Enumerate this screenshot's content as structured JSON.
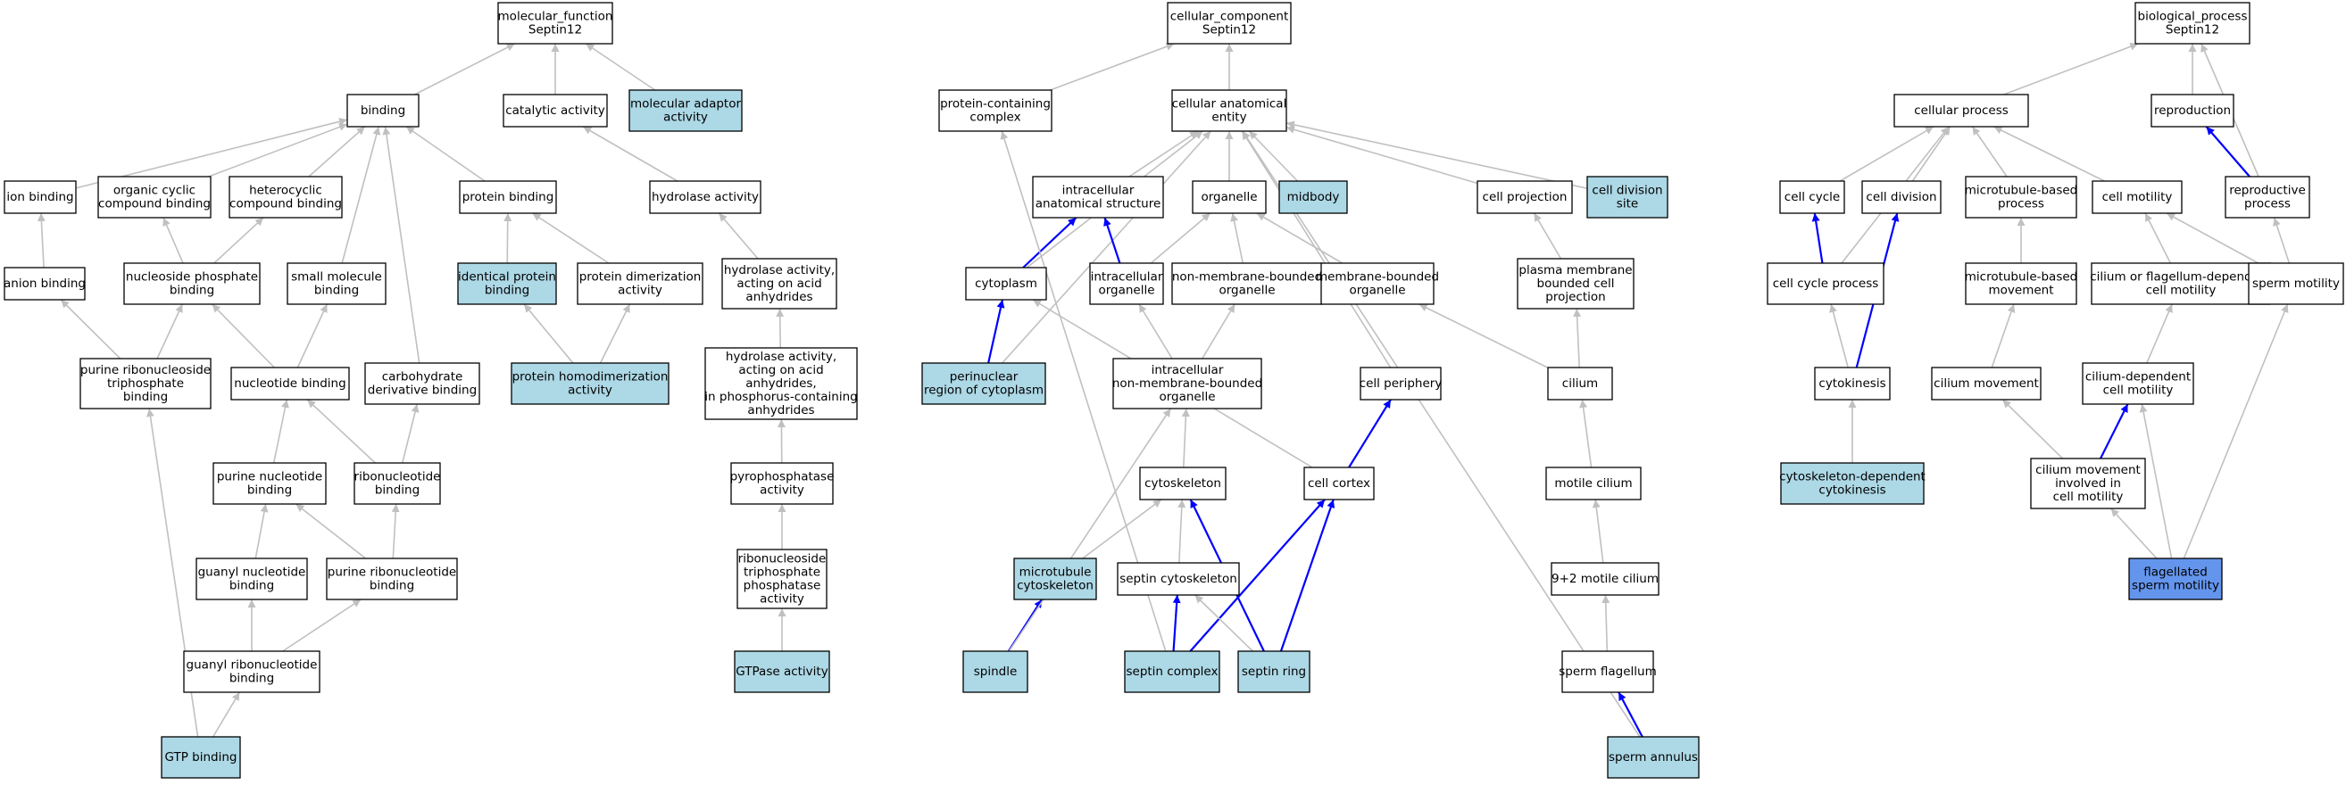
{
  "colors": {
    "default": "#ffffff",
    "annotated": "#add8e6",
    "primary": "#6495ed",
    "edge_is_a": "#c0c0c0",
    "edge_part_of": "#0000ff"
  },
  "nodes": {
    "mf": {
      "label": [
        "molecular_function",
        "Septin12"
      ],
      "kind": "default"
    },
    "binding": {
      "label": [
        "binding"
      ],
      "kind": "default"
    },
    "catalytic": {
      "label": [
        "catalytic activity"
      ],
      "kind": "default"
    },
    "molad": {
      "label": [
        "molecular adaptor",
        "activity"
      ],
      "kind": "annotated"
    },
    "ionb": {
      "label": [
        "ion binding"
      ],
      "kind": "default"
    },
    "organcyc": {
      "label": [
        "organic cyclic",
        "compound binding"
      ],
      "kind": "default"
    },
    "hetcyc": {
      "label": [
        "heterocyclic",
        "compound binding"
      ],
      "kind": "default"
    },
    "protb": {
      "label": [
        "protein binding"
      ],
      "kind": "default"
    },
    "hydro": {
      "label": [
        "hydrolase activity"
      ],
      "kind": "default"
    },
    "anion": {
      "label": [
        "anion binding"
      ],
      "kind": "default"
    },
    "nucphos": {
      "label": [
        "nucleoside phosphate",
        "binding"
      ],
      "kind": "default"
    },
    "smallmol": {
      "label": [
        "small molecule",
        "binding"
      ],
      "kind": "default"
    },
    "identprot": {
      "label": [
        "identical protein",
        "binding"
      ],
      "kind": "annotated"
    },
    "protdim": {
      "label": [
        "protein dimerization",
        "activity"
      ],
      "kind": "default"
    },
    "hydroacid": {
      "label": [
        "hydrolase activity,",
        "acting on acid",
        "anhydrides"
      ],
      "kind": "default"
    },
    "purribotri": {
      "label": [
        "purine ribonucleoside",
        "triphosphate",
        "binding"
      ],
      "kind": "default"
    },
    "nucb": {
      "label": [
        "nucleotide binding"
      ],
      "kind": "default"
    },
    "carbo": {
      "label": [
        "carbohydrate",
        "derivative binding"
      ],
      "kind": "default"
    },
    "protHomo": {
      "label": [
        "protein homodimerization",
        "activity"
      ],
      "kind": "annotated"
    },
    "hydrophos": {
      "label": [
        "hydrolase activity,",
        "acting on acid",
        "anhydrides,",
        "in phosphorus-containing",
        "anhydrides"
      ],
      "kind": "default"
    },
    "purnuc": {
      "label": [
        "purine nucleotide",
        "binding"
      ],
      "kind": "default"
    },
    "ribonuc": {
      "label": [
        "ribonucleotide",
        "binding"
      ],
      "kind": "default"
    },
    "pyro": {
      "label": [
        "pyrophosphatase",
        "activity"
      ],
      "kind": "default"
    },
    "guanyl": {
      "label": [
        "guanyl nucleotide",
        "binding"
      ],
      "kind": "default"
    },
    "purribonuc": {
      "label": [
        "purine ribonucleotide",
        "binding"
      ],
      "kind": "default"
    },
    "ribotriphos": {
      "label": [
        "ribonucleoside",
        "triphosphate",
        "phosphatase",
        "activity"
      ],
      "kind": "default"
    },
    "guanylribo": {
      "label": [
        "guanyl ribonucleotide",
        "binding"
      ],
      "kind": "default"
    },
    "gtpase": {
      "label": [
        "GTPase activity"
      ],
      "kind": "annotated"
    },
    "gtpb": {
      "label": [
        "GTP binding"
      ],
      "kind": "annotated"
    },
    "cc": {
      "label": [
        "cellular_component",
        "Septin12"
      ],
      "kind": "default"
    },
    "protcomplex": {
      "label": [
        "protein-containing",
        "complex"
      ],
      "kind": "default"
    },
    "cae": {
      "label": [
        "cellular anatomical",
        "entity"
      ],
      "kind": "default"
    },
    "intraanat": {
      "label": [
        "intracellular",
        "anatomical structure"
      ],
      "kind": "default"
    },
    "organelle": {
      "label": [
        "organelle"
      ],
      "kind": "default"
    },
    "midbody": {
      "label": [
        "midbody"
      ],
      "kind": "annotated"
    },
    "cellproj": {
      "label": [
        "cell projection"
      ],
      "kind": "default"
    },
    "celldivsite": {
      "label": [
        "cell division",
        "site"
      ],
      "kind": "annotated"
    },
    "cytoplasm": {
      "label": [
        "cytoplasm"
      ],
      "kind": "default"
    },
    "intraorg": {
      "label": [
        "intracellular",
        "organelle"
      ],
      "kind": "default"
    },
    "nonmemorg": {
      "label": [
        "non-membrane-bounded",
        "organelle"
      ],
      "kind": "default"
    },
    "memorg": {
      "label": [
        "membrane-bounded",
        "organelle"
      ],
      "kind": "default"
    },
    "pmproj": {
      "label": [
        "plasma membrane",
        "bounded cell",
        "projection"
      ],
      "kind": "default"
    },
    "perinuc": {
      "label": [
        "perinuclear",
        "region of cytoplasm"
      ],
      "kind": "annotated"
    },
    "intranonmem": {
      "label": [
        "intracellular",
        "non-membrane-bounded",
        "organelle"
      ],
      "kind": "default"
    },
    "cellperiph": {
      "label": [
        "cell periphery"
      ],
      "kind": "default"
    },
    "cilium": {
      "label": [
        "cilium"
      ],
      "kind": "default"
    },
    "cytoskeleton": {
      "label": [
        "cytoskeleton"
      ],
      "kind": "default"
    },
    "cellcortex": {
      "label": [
        "cell cortex"
      ],
      "kind": "default"
    },
    "motilecilium": {
      "label": [
        "motile cilium"
      ],
      "kind": "default"
    },
    "mtcyto": {
      "label": [
        "microtubule",
        "cytoskeleton"
      ],
      "kind": "annotated"
    },
    "septcyto": {
      "label": [
        "septin cytoskeleton"
      ],
      "kind": "default"
    },
    "ninetwo": {
      "label": [
        "9+2 motile cilium"
      ],
      "kind": "default"
    },
    "spindle": {
      "label": [
        "spindle"
      ],
      "kind": "annotated"
    },
    "septcomplex": {
      "label": [
        "septin complex"
      ],
      "kind": "annotated"
    },
    "septring": {
      "label": [
        "septin ring"
      ],
      "kind": "annotated"
    },
    "spermflag": {
      "label": [
        "sperm flagellum"
      ],
      "kind": "default"
    },
    "spermann": {
      "label": [
        "sperm annulus"
      ],
      "kind": "annotated"
    },
    "bp": {
      "label": [
        "biological_process",
        "Septin12"
      ],
      "kind": "default"
    },
    "cellproc": {
      "label": [
        "cellular process"
      ],
      "kind": "default"
    },
    "repro": {
      "label": [
        "reproduction"
      ],
      "kind": "default"
    },
    "cellcycle": {
      "label": [
        "cell cycle"
      ],
      "kind": "default"
    },
    "celldiv": {
      "label": [
        "cell division"
      ],
      "kind": "default"
    },
    "mtproc": {
      "label": [
        "microtubule-based",
        "process"
      ],
      "kind": "default"
    },
    "cellmot": {
      "label": [
        "cell motility"
      ],
      "kind": "default"
    },
    "reproproc": {
      "label": [
        "reproductive",
        "process"
      ],
      "kind": "default"
    },
    "ccproc": {
      "label": [
        "cell cycle process"
      ],
      "kind": "default"
    },
    "mtmove": {
      "label": [
        "microtubule-based",
        "movement"
      ],
      "kind": "default"
    },
    "ciliaflag": {
      "label": [
        "cilium or flagellum-dependent",
        "cell motility"
      ],
      "kind": "default"
    },
    "spermmot": {
      "label": [
        "sperm motility"
      ],
      "kind": "default"
    },
    "cytokin": {
      "label": [
        "cytokinesis"
      ],
      "kind": "default"
    },
    "ciliummove": {
      "label": [
        "cilium movement"
      ],
      "kind": "default"
    },
    "ciliumdep": {
      "label": [
        "cilium-dependent",
        "cell motility"
      ],
      "kind": "default"
    },
    "cytoskdep": {
      "label": [
        "cytoskeleton-dependent",
        "cytokinesis"
      ],
      "kind": "annotated"
    },
    "ciliummovemot": {
      "label": [
        "cilium movement",
        "involved in",
        "cell motility"
      ],
      "kind": "default"
    },
    "flagsperm": {
      "label": [
        "flagellated",
        "sperm motility"
      ],
      "kind": "primary"
    }
  },
  "edges": [
    {
      "from": "binding",
      "to": "mf",
      "type": "is_a"
    },
    {
      "from": "catalytic",
      "to": "mf",
      "type": "is_a"
    },
    {
      "from": "molad",
      "to": "mf",
      "type": "is_a"
    },
    {
      "from": "ionb",
      "to": "binding",
      "type": "is_a"
    },
    {
      "from": "organcyc",
      "to": "binding",
      "type": "is_a"
    },
    {
      "from": "hetcyc",
      "to": "binding",
      "type": "is_a"
    },
    {
      "from": "protb",
      "to": "binding",
      "type": "is_a"
    },
    {
      "from": "smallmol",
      "to": "binding",
      "type": "is_a"
    },
    {
      "from": "carbo",
      "to": "binding",
      "type": "is_a"
    },
    {
      "from": "hydro",
      "to": "catalytic",
      "type": "is_a"
    },
    {
      "from": "anion",
      "to": "ionb",
      "type": "is_a"
    },
    {
      "from": "nucphos",
      "to": "organcyc",
      "type": "is_a"
    },
    {
      "from": "nucphos",
      "to": "hetcyc",
      "type": "is_a"
    },
    {
      "from": "identprot",
      "to": "protb",
      "type": "is_a"
    },
    {
      "from": "protdim",
      "to": "protb",
      "type": "is_a"
    },
    {
      "from": "hydroacid",
      "to": "hydro",
      "type": "is_a"
    },
    {
      "from": "purribotri",
      "to": "anion",
      "type": "is_a"
    },
    {
      "from": "purribotri",
      "to": "nucphos",
      "type": "is_a"
    },
    {
      "from": "nucb",
      "to": "nucphos",
      "type": "is_a"
    },
    {
      "from": "nucb",
      "to": "smallmol",
      "type": "is_a"
    },
    {
      "from": "protHomo",
      "to": "identprot",
      "type": "is_a"
    },
    {
      "from": "protHomo",
      "to": "protdim",
      "type": "is_a"
    },
    {
      "from": "hydrophos",
      "to": "hydroacid",
      "type": "is_a"
    },
    {
      "from": "purnuc",
      "to": "nucb",
      "type": "is_a"
    },
    {
      "from": "ribonuc",
      "to": "nucb",
      "type": "is_a"
    },
    {
      "from": "ribonuc",
      "to": "carbo",
      "type": "is_a"
    },
    {
      "from": "pyro",
      "to": "hydrophos",
      "type": "is_a"
    },
    {
      "from": "guanyl",
      "to": "purnuc",
      "type": "is_a"
    },
    {
      "from": "purribonuc",
      "to": "purnuc",
      "type": "is_a"
    },
    {
      "from": "purribonuc",
      "to": "ribonuc",
      "type": "is_a"
    },
    {
      "from": "ribotriphos",
      "to": "pyro",
      "type": "is_a"
    },
    {
      "from": "guanylribo",
      "to": "guanyl",
      "type": "is_a"
    },
    {
      "from": "guanylribo",
      "to": "purribonuc",
      "type": "is_a"
    },
    {
      "from": "gtpase",
      "to": "ribotriphos",
      "type": "is_a"
    },
    {
      "from": "gtpb",
      "to": "guanylribo",
      "type": "is_a"
    },
    {
      "from": "gtpb",
      "to": "purribotri",
      "type": "is_a"
    },
    {
      "from": "protcomplex",
      "to": "cc",
      "type": "is_a"
    },
    {
      "from": "cae",
      "to": "cc",
      "type": "is_a"
    },
    {
      "from": "intraanat",
      "to": "cae",
      "type": "is_a"
    },
    {
      "from": "organelle",
      "to": "cae",
      "type": "is_a"
    },
    {
      "from": "midbody",
      "to": "cae",
      "type": "is_a"
    },
    {
      "from": "cellproj",
      "to": "cae",
      "type": "is_a"
    },
    {
      "from": "celldivsite",
      "to": "cae",
      "type": "is_a"
    },
    {
      "from": "cytoplasm",
      "to": "cae",
      "type": "is_a"
    },
    {
      "from": "perinuc",
      "to": "cae",
      "type": "is_a"
    },
    {
      "from": "cellperiph",
      "to": "cae",
      "type": "is_a"
    },
    {
      "from": "spermann",
      "to": "cae",
      "type": "is_a"
    },
    {
      "from": "cytoplasm",
      "to": "intraanat",
      "type": "part_of"
    },
    {
      "from": "intraorg",
      "to": "intraanat",
      "type": "part_of"
    },
    {
      "from": "intraorg",
      "to": "organelle",
      "type": "is_a"
    },
    {
      "from": "nonmemorg",
      "to": "organelle",
      "type": "is_a"
    },
    {
      "from": "memorg",
      "to": "organelle",
      "type": "is_a"
    },
    {
      "from": "pmproj",
      "to": "cellproj",
      "type": "is_a"
    },
    {
      "from": "perinuc",
      "to": "cytoplasm",
      "type": "part_of"
    },
    {
      "from": "intranonmem",
      "to": "intraorg",
      "type": "is_a"
    },
    {
      "from": "intranonmem",
      "to": "nonmemorg",
      "type": "is_a"
    },
    {
      "from": "cilium",
      "to": "pmproj",
      "type": "is_a"
    },
    {
      "from": "cilium",
      "to": "memorg",
      "type": "is_a"
    },
    {
      "from": "cytoskeleton",
      "to": "intranonmem",
      "type": "is_a"
    },
    {
      "from": "cellcortex",
      "to": "cytoplasm",
      "type": "is_a"
    },
    {
      "from": "cellcortex",
      "to": "cellperiph",
      "type": "part_of"
    },
    {
      "from": "motilecilium",
      "to": "cilium",
      "type": "is_a"
    },
    {
      "from": "mtcyto",
      "to": "cytoskeleton",
      "type": "is_a"
    },
    {
      "from": "septcyto",
      "to": "cytoskeleton",
      "type": "is_a"
    },
    {
      "from": "ninetwo",
      "to": "motilecilium",
      "type": "is_a"
    },
    {
      "from": "spindle",
      "to": "mtcyto",
      "type": "part_of"
    },
    {
      "from": "spindle",
      "to": "intranonmem",
      "type": "is_a"
    },
    {
      "from": "septcomplex",
      "to": "septcyto",
      "type": "part_of"
    },
    {
      "from": "septcomplex",
      "to": "cellcortex",
      "type": "part_of"
    },
    {
      "from": "septcomplex",
      "to": "protcomplex",
      "type": "is_a"
    },
    {
      "from": "septring",
      "to": "septcyto",
      "type": "is_a"
    },
    {
      "from": "septring",
      "to": "cytoskeleton",
      "type": "part_of"
    },
    {
      "from": "septring",
      "to": "cellcortex",
      "type": "part_of"
    },
    {
      "from": "spermflag",
      "to": "ninetwo",
      "type": "is_a"
    },
    {
      "from": "spermann",
      "to": "spermflag",
      "type": "part_of"
    },
    {
      "from": "cellproc",
      "to": "bp",
      "type": "is_a"
    },
    {
      "from": "repro",
      "to": "bp",
      "type": "is_a"
    },
    {
      "from": "reproproc",
      "to": "bp",
      "type": "is_a"
    },
    {
      "from": "reproproc",
      "to": "repro",
      "type": "part_of"
    },
    {
      "from": "cellcycle",
      "to": "cellproc",
      "type": "is_a"
    },
    {
      "from": "celldiv",
      "to": "cellproc",
      "type": "is_a"
    },
    {
      "from": "mtproc",
      "to": "cellproc",
      "type": "is_a"
    },
    {
      "from": "cellmot",
      "to": "cellproc",
      "type": "is_a"
    },
    {
      "from": "ccproc",
      "to": "cellproc",
      "type": "is_a"
    },
    {
      "from": "ccproc",
      "to": "cellcycle",
      "type": "part_of"
    },
    {
      "from": "mtmove",
      "to": "mtproc",
      "type": "is_a"
    },
    {
      "from": "ciliaflag",
      "to": "cellmot",
      "type": "is_a"
    },
    {
      "from": "spermmot",
      "to": "cellmot",
      "type": "is_a"
    },
    {
      "from": "spermmot",
      "to": "reproproc",
      "type": "is_a"
    },
    {
      "from": "cytokin",
      "to": "ccproc",
      "type": "is_a"
    },
    {
      "from": "cytokin",
      "to": "celldiv",
      "type": "part_of"
    },
    {
      "from": "ciliummove",
      "to": "mtmove",
      "type": "is_a"
    },
    {
      "from": "ciliumdep",
      "to": "ciliaflag",
      "type": "is_a"
    },
    {
      "from": "cytoskdep",
      "to": "cytokin",
      "type": "is_a"
    },
    {
      "from": "ciliummovemot",
      "to": "ciliummove",
      "type": "is_a"
    },
    {
      "from": "ciliummovemot",
      "to": "ciliumdep",
      "type": "part_of"
    },
    {
      "from": "flagsperm",
      "to": "ciliummovemot",
      "type": "is_a"
    },
    {
      "from": "flagsperm",
      "to": "ciliumdep",
      "type": "is_a"
    },
    {
      "from": "flagsperm",
      "to": "spermmot",
      "type": "is_a"
    }
  ]
}
